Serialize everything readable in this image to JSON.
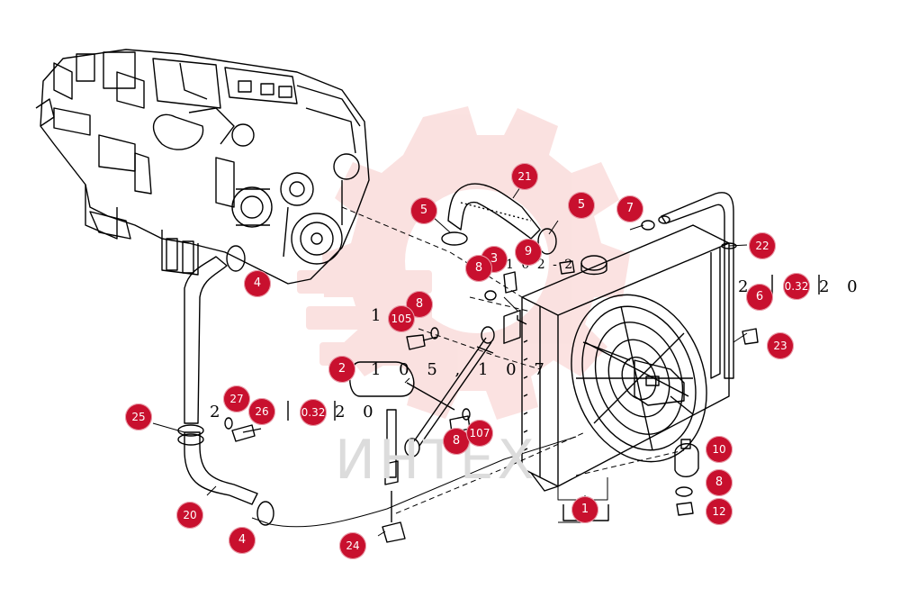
{
  "watermark_text": "ИНТЕХ",
  "part_callouts": [
    {
      "id": "c1",
      "label": "1"
    },
    {
      "id": "c2",
      "label": "2"
    },
    {
      "id": "c3",
      "label": "3"
    },
    {
      "id": "c4a",
      "label": "4"
    },
    {
      "id": "c4b",
      "label": "4"
    },
    {
      "id": "c5a",
      "label": "5"
    },
    {
      "id": "c5b",
      "label": "5"
    },
    {
      "id": "c6",
      "label": "6"
    },
    {
      "id": "c7",
      "label": "7"
    },
    {
      "id": "c8a",
      "label": "8"
    },
    {
      "id": "c8b",
      "label": "8"
    },
    {
      "id": "c8c",
      "label": "8"
    },
    {
      "id": "c8d",
      "label": "8"
    },
    {
      "id": "c9",
      "label": "9"
    },
    {
      "id": "c10",
      "label": "10"
    },
    {
      "id": "c12",
      "label": "12"
    },
    {
      "id": "c20",
      "label": "20"
    },
    {
      "id": "c21",
      "label": "21"
    },
    {
      "id": "c22",
      "label": "22"
    },
    {
      "id": "c23",
      "label": "23"
    },
    {
      "id": "c24",
      "label": "24"
    },
    {
      "id": "c25",
      "label": "25"
    },
    {
      "id": "c26",
      "label": "26"
    },
    {
      "id": "c27",
      "label": "27"
    },
    {
      "id": "c105",
      "label": "105"
    },
    {
      "id": "c107",
      "label": "107"
    },
    {
      "id": "c032a",
      "label": "0.32"
    },
    {
      "id": "c032b",
      "label": "0.32"
    }
  ],
  "spec_text": {
    "hose_spec": "1 0 5 , 1 0 7",
    "bolt_spec": "1 0",
    "right_spec_a": "2",
    "right_spec_b": "2  0",
    "left_spec_a": "2",
    "left_spec_b": "2  0",
    "mid_spec": "1 0 2 - 2"
  }
}
